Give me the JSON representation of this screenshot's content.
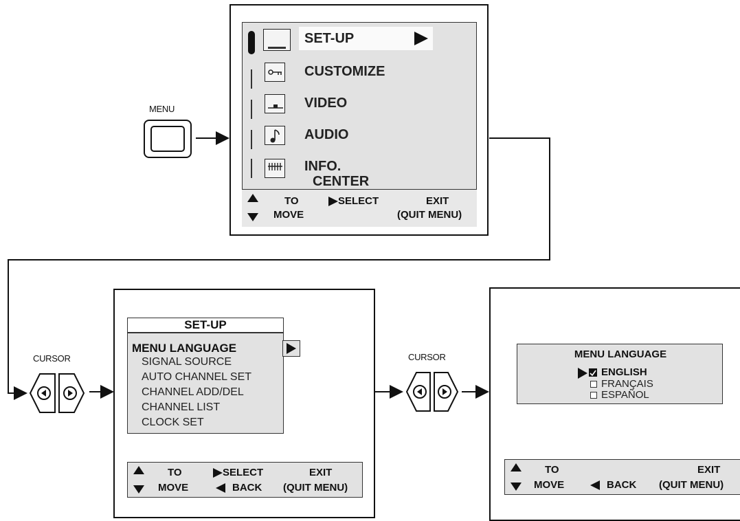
{
  "menu_button": {
    "label": "MENU"
  },
  "main_menu": {
    "items": [
      "SET-UP",
      "CUSTOMIZE",
      "VIDEO",
      "AUDIO"
    ],
    "info_line1": "INFO.",
    "info_line2": "CENTER",
    "footer": {
      "to": "TO",
      "move": "MOVE",
      "select": "SELECT",
      "exit": "EXIT",
      "quit": "(QUIT MENU)"
    }
  },
  "cursor_left": {
    "label": "CURSOR"
  },
  "cursor_right": {
    "label": "CURSOR"
  },
  "setup_menu": {
    "title": "SET-UP",
    "items": [
      "MENU LANGUAGE",
      "SIGNAL SOURCE",
      "AUTO CHANNEL SET",
      "CHANNEL ADD/DEL",
      "CHANNEL LIST",
      "CLOCK SET"
    ],
    "footer": {
      "to": "TO",
      "move": "MOVE",
      "select": "SELECT",
      "back": "BACK",
      "exit": "EXIT",
      "quit": "(QUIT MENU)"
    }
  },
  "language_menu": {
    "title": "MENU LANGUAGE",
    "options": [
      "ENGLISH",
      "FRANÇAIS",
      "ESPAÑOL"
    ],
    "footer": {
      "to": "TO",
      "move": "MOVE",
      "back": "BACK",
      "exit": "EXIT",
      "quit": "(QUIT MENU)"
    }
  }
}
